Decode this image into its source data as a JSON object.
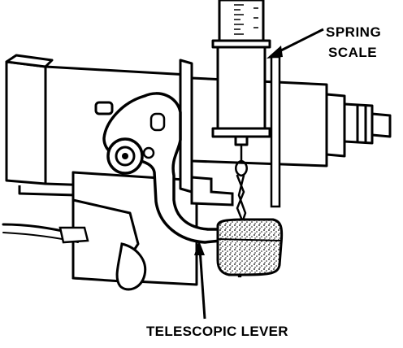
{
  "labels": {
    "spring_scale_line1": "SPRING",
    "spring_scale_line2": "SCALE",
    "telescopic_lever": "TELESCOPIC LEVER"
  }
}
